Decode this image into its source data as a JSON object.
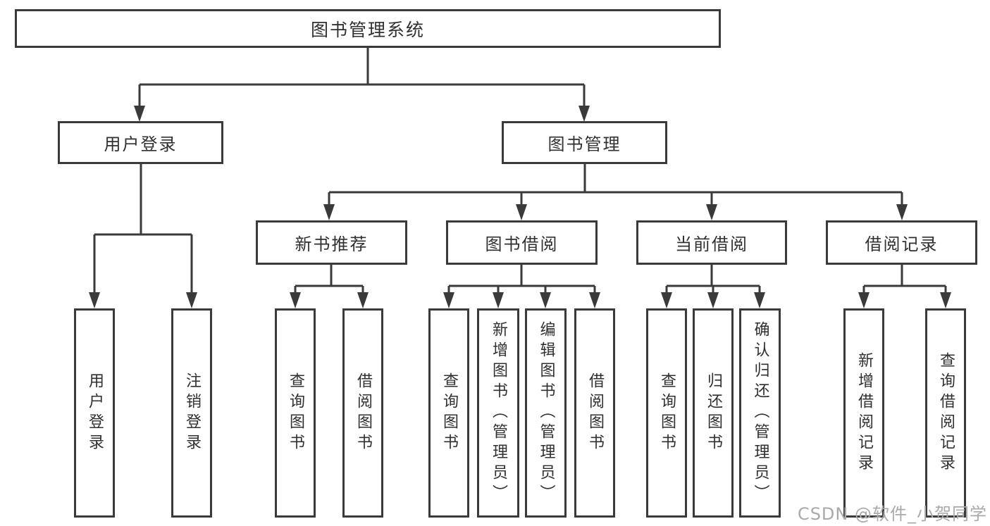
{
  "diagram": {
    "root": {
      "label": "图书管理系统",
      "children": [
        {
          "label": "用户登录",
          "children": [
            {
              "label": "用户登录"
            },
            {
              "label": "注销登录"
            }
          ]
        },
        {
          "label": "图书管理",
          "children": [
            {
              "label": "新书推荐",
              "children": [
                {
                  "label": "查询图书"
                },
                {
                  "label": "借阅图书"
                }
              ]
            },
            {
              "label": "图书借阅",
              "children": [
                {
                  "label": "查询图书"
                },
                {
                  "label": "新增图书（管理员）"
                },
                {
                  "label": "编辑图书（管理员）"
                },
                {
                  "label": "借阅图书"
                }
              ]
            },
            {
              "label": "当前借阅",
              "children": [
                {
                  "label": "查询图书"
                },
                {
                  "label": "归还图书"
                },
                {
                  "label": "确认归还（管理员）"
                }
              ]
            },
            {
              "label": "借阅记录",
              "children": [
                {
                  "label": "新增借阅记录"
                },
                {
                  "label": "查询借阅记录"
                }
              ]
            }
          ]
        }
      ]
    }
  },
  "watermark": {
    "text": "CSDN @软件_小贺同学"
  },
  "colors": {
    "line": "#3a3a3a",
    "text": "#303030",
    "watermark": "#a9a9a9",
    "background": "#ffffff"
  }
}
